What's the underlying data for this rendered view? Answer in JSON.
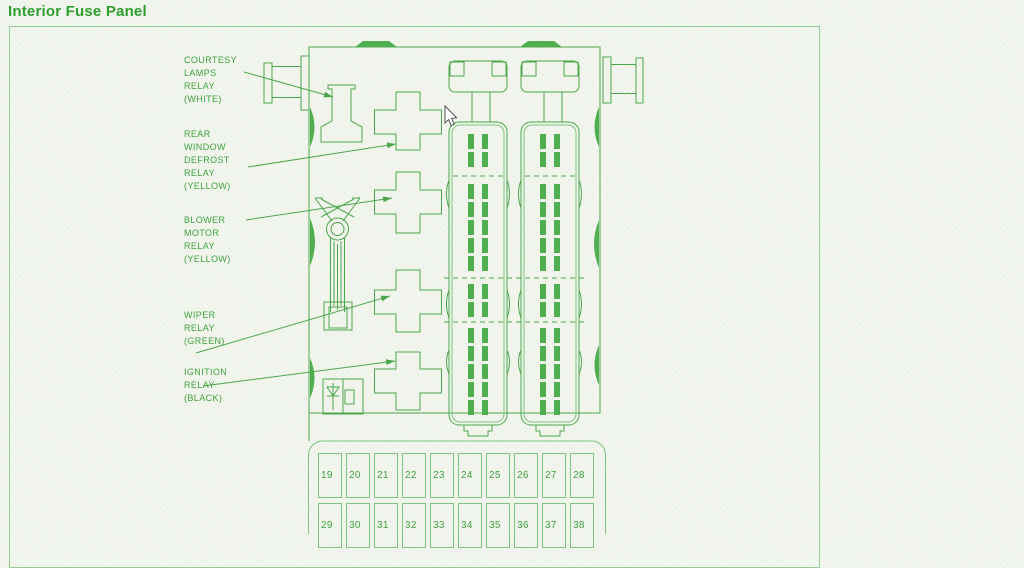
{
  "title": "Interior Fuse Panel",
  "relay_labels": [
    {
      "name": "courtesy-lamps-relay",
      "text": "COURTESY\nLAMPS\nRELAY\n(WHITE)"
    },
    {
      "name": "rear-window-defrost-relay",
      "text": "REAR\nWINDOW\nDEFROST\nRELAY\n(YELLOW)"
    },
    {
      "name": "blower-motor-relay",
      "text": "BLOWER\nMOTOR\nRELAY\n(YELLOW)"
    },
    {
      "name": "wiper-relay",
      "text": "WIPER\nRELAY\n(GREEN)"
    },
    {
      "name": "ignition-relay",
      "text": "IGNITION\nRELAY\n(BLACK)"
    }
  ],
  "fuse_rows": [
    [
      19,
      20,
      21,
      22,
      23,
      24,
      25,
      26,
      27,
      28
    ],
    [
      29,
      30,
      31,
      32,
      33,
      34,
      35,
      36,
      37,
      38
    ]
  ],
  "colors": {
    "line": "#4da64d",
    "light": "#7ec47e",
    "fill": "#4fae4f",
    "text": "#3fa23f",
    "title": "#2f9e2f",
    "border": "#96cc96",
    "bg": "#f3f6ee"
  }
}
